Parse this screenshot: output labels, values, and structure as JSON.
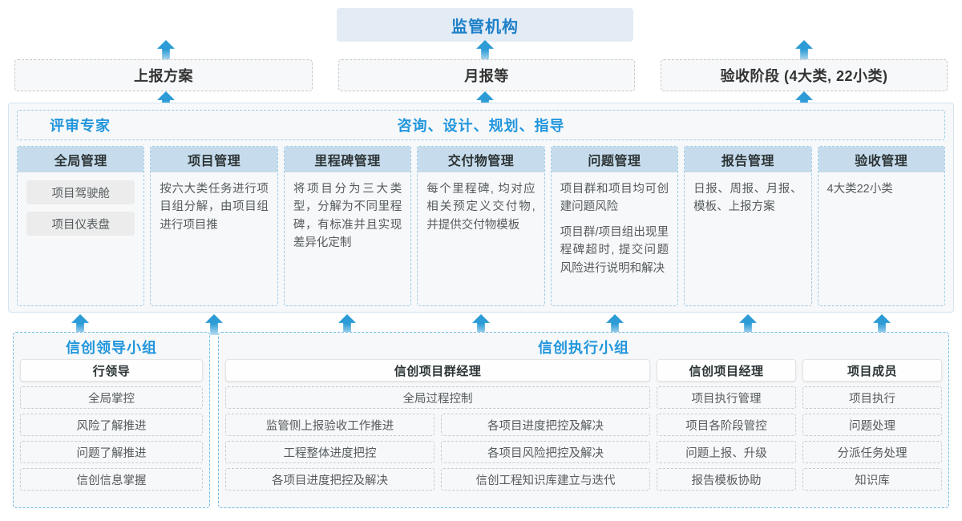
{
  "top": {
    "regulator": "监管机构",
    "reports": [
      {
        "label": "上报方案"
      },
      {
        "label": "月报等"
      },
      {
        "label": "验收阶段 (4大类, 22小类)"
      }
    ]
  },
  "middle": {
    "left_title": "评审专家",
    "center_title": "咨询、设计、规划、指导",
    "columns": [
      {
        "header": "全局管理",
        "chips": [
          "项目驾驶舱",
          "项目仪表盘"
        ],
        "paragraphs": []
      },
      {
        "header": "项目管理",
        "chips": [],
        "paragraphs": [
          "按六大类任务进行项目组分解，由项目组进行项目推"
        ]
      },
      {
        "header": "里程碑管理",
        "chips": [],
        "paragraphs": [
          "将项目分为三大类型，分解为不同里程碑，有标准并且实现差异化定制"
        ]
      },
      {
        "header": "交付物管理",
        "chips": [],
        "paragraphs": [
          "每个里程碑, 均对应相关预定义交付物, 并提供交付物模板"
        ]
      },
      {
        "header": "问题管理",
        "chips": [],
        "paragraphs": [
          "项目群和项目均可创建问题风险",
          "项目群/项目组出现里程碑超时, 提交问题风险进行说明和解决"
        ]
      },
      {
        "header": "报告管理",
        "chips": [],
        "paragraphs": [
          "日报、周报、月报、模板、上报方案"
        ]
      },
      {
        "header": "验收管理",
        "chips": [],
        "paragraphs": [
          "4大类22小类"
        ]
      }
    ]
  },
  "bottom": {
    "lead_group": {
      "title": "信创领导小组",
      "role": "行领导",
      "tasks": [
        "全局掌控",
        "风险了解推进",
        "问题了解推进",
        "信创信息掌握"
      ]
    },
    "exec_group": {
      "title": "信创执行小组",
      "program_manager": {
        "role": "信创项目群经理",
        "full_task": "全局过程控制",
        "left_tasks": [
          "监管侧上报验收工作推进",
          "工程整体进度把控",
          "各项目进度把控及解决"
        ],
        "right_tasks": [
          "各项目进度把控及解决",
          "各项目风险把控及解决",
          "信创工程知识库建立与迭代"
        ]
      },
      "project_manager": {
        "role": "信创项目经理",
        "tasks": [
          "项目执行管理",
          "项目各阶段管控",
          "问题上报、升级",
          "报告模板协助"
        ]
      },
      "project_member": {
        "role": "项目成员",
        "tasks": [
          "项目执行",
          "问题处理",
          "分派任务处理",
          "知识库"
        ]
      }
    }
  },
  "colors": {
    "accent_blue": "#2196dd",
    "banner_blue": "#e3ebf5",
    "card_header_blue": "#c6dcec",
    "arrow_blue": "#2c9bd6"
  }
}
